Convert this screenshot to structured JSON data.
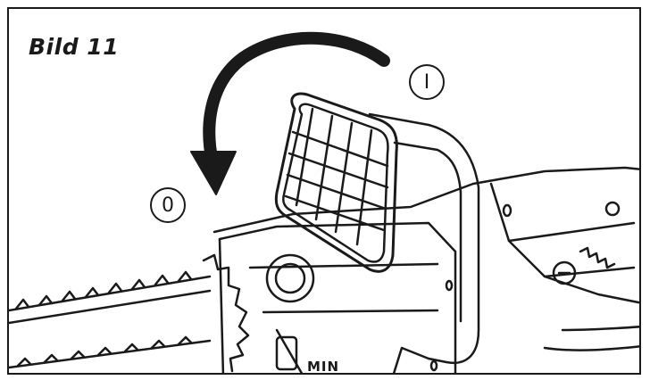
{
  "figure": {
    "caption": "Bild 11",
    "positions": {
      "on": "I",
      "off": "0"
    },
    "oil_marker": "MIN"
  },
  "colors": {
    "line": "#1a1a1a",
    "background": "#ffffff"
  },
  "icons": {
    "rotation": "curved-arrow-icon",
    "saw": "chainsaw-illustration"
  }
}
